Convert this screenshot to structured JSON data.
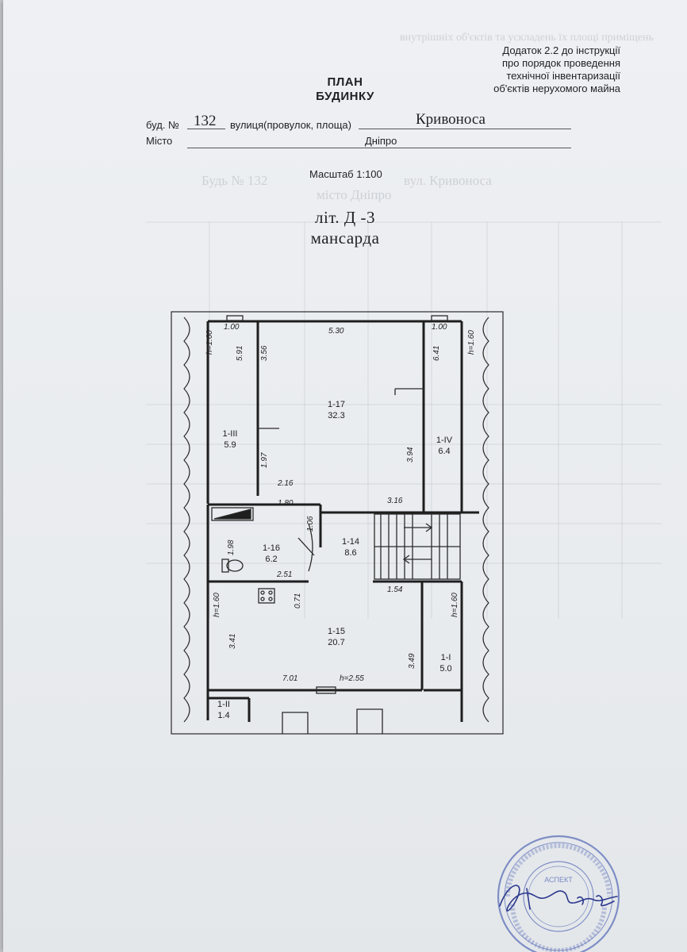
{
  "annex": {
    "line1": "Додаток 2.2 до інструкції",
    "line2": "про  порядок проведення",
    "line3": "технічної  інвентаризації",
    "line4": "об'єктів нерухомого майна"
  },
  "header": {
    "title1": "ПЛАН",
    "title2": "БУДИНКУ",
    "building_label": "буд. №",
    "building_no": "132",
    "street_label": "вулиця(провулок, площа)",
    "street": "Кривоноса",
    "city_label": "Місто",
    "city": "Дніпро",
    "scale": "Масштаб 1:100",
    "lit": "літ. Д -3",
    "floor": "мансарда"
  },
  "rooms": [
    {
      "id": "1-17",
      "area": "32.3"
    },
    {
      "id": "1-III",
      "area": "5.9"
    },
    {
      "id": "1-IV",
      "area": "6.4"
    },
    {
      "id": "1-16",
      "area": "6.2"
    },
    {
      "id": "1-14",
      "area": "8.6"
    },
    {
      "id": "1-15",
      "area": "20.7"
    },
    {
      "id": "1-I",
      "area": "5.0"
    },
    {
      "id": "1-II",
      "area": "1.4"
    }
  ],
  "dims": {
    "top_left": "1.00",
    "top_mid": "5.30",
    "top_right": "1.00",
    "h_left": "h=1.60",
    "h_right": "h=1.60",
    "v_591": "5.91",
    "v_356": "3.56",
    "v_641": "6.41",
    "v_197": "1.97",
    "v_394": "3.94",
    "d_216": "2.16",
    "d_180": "1.80",
    "d_316": "3.16",
    "v_106": "1.06",
    "v_198": "1.98",
    "d_251": "2.51",
    "d_154": "1.54",
    "v_071": "0.71",
    "h_left2": "h=1.60",
    "h_right2": "h=1.60",
    "v_341": "3.41",
    "v_349": "3.49",
    "d_701": "7.01",
    "d_h255": "h=2.55"
  },
  "ghost_text": {
    "line_a": "Будь № 132",
    "line_b": "вул. Кривоноса",
    "line_c": "місто Дніпро",
    "line_d": "внутрішніх об'єктів та ускладень їх площі приміщень"
  },
  "stamp_text": "АСПЕКТ"
}
